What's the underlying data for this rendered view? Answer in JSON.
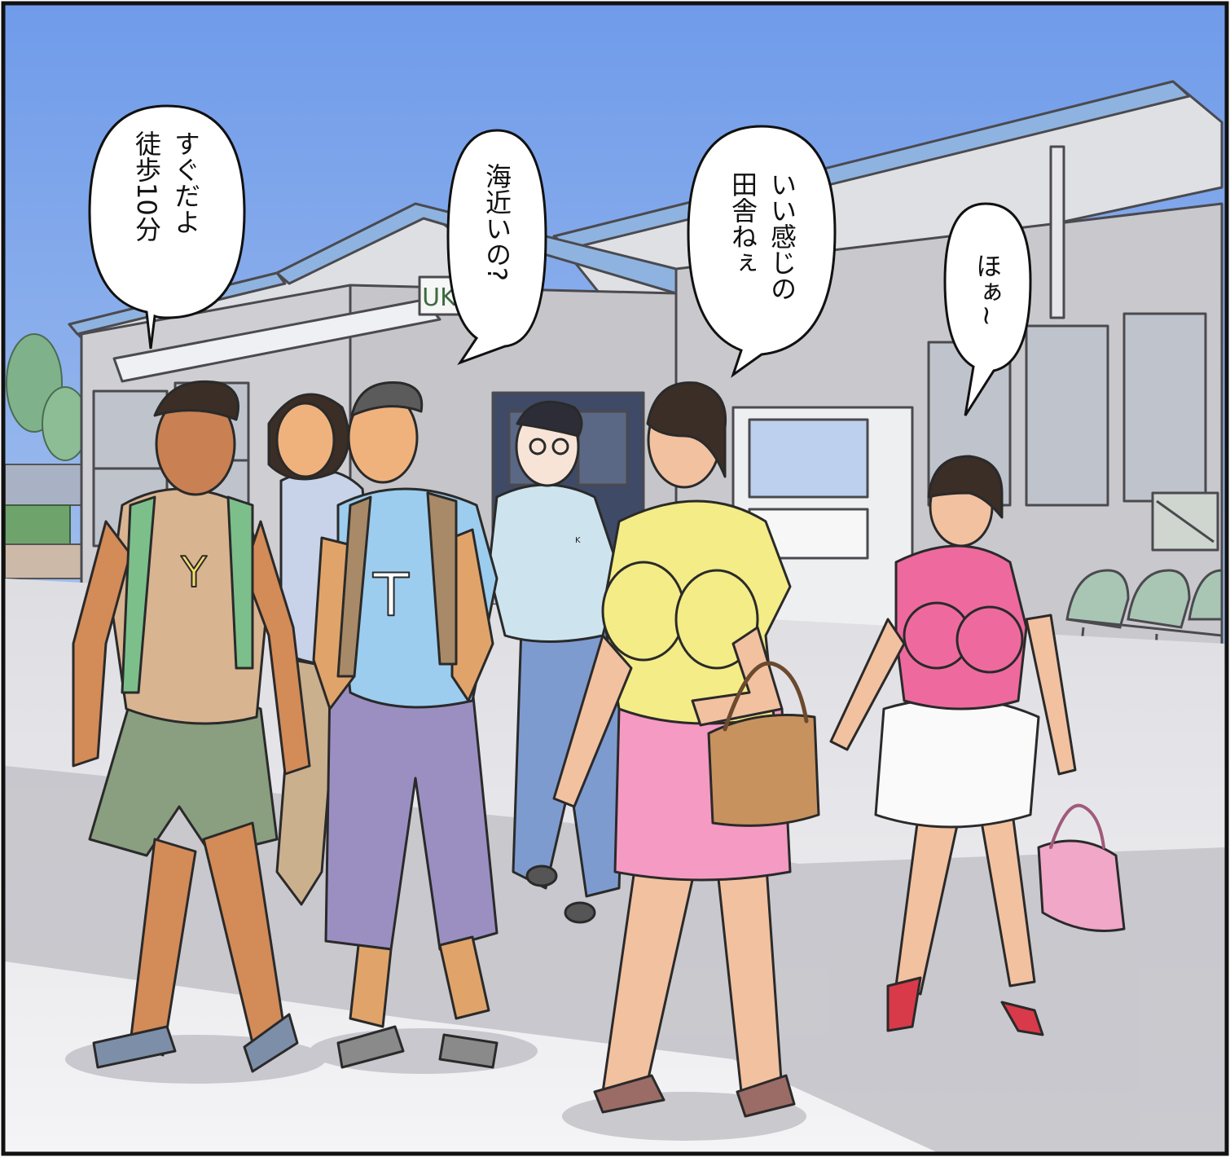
{
  "panel": {
    "colors": {
      "sky_top": "#6f9bea",
      "sky_bottom": "#cfe0f4",
      "building": "#c9c9cc",
      "roof": "#8fb3e0",
      "ground": "#ececef",
      "shadow": "#c2c2c8",
      "frame": "#111111"
    },
    "station_sign": "UK",
    "shirt_letters": {
      "boy_left": "Y",
      "boy_middle": "T",
      "conductor_badge": "K"
    }
  },
  "bubbles": [
    {
      "id": "walk",
      "lines": [
        "すぐだよ",
        "徒歩10分"
      ]
    },
    {
      "id": "sea",
      "lines": [
        "海近いの?"
      ]
    },
    {
      "id": "countryside",
      "lines": [
        "いい感じの",
        "田舎ねぇ"
      ]
    },
    {
      "id": "wow",
      "lines": [
        "ほぁ~"
      ]
    }
  ]
}
